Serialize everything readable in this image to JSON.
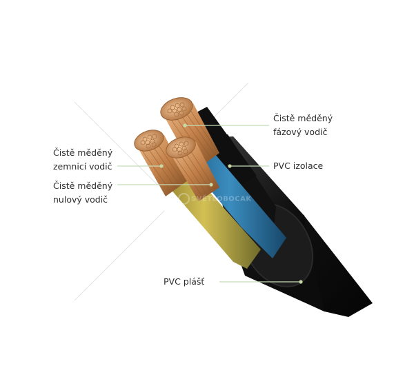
{
  "labels": {
    "phase_conductor": [
      "Čistě měděný",
      "fázový vodič"
    ],
    "pvc_insulation": "PVC izolace",
    "ground_conductor": [
      "Čistě měděný",
      "zemnicí vodič"
    ],
    "neutral_conductor": [
      "Čistě měděný",
      "nulový vodič"
    ],
    "pvc_sheath": "PVC plášť"
  },
  "colors": {
    "leader_line": "#c8dcb8",
    "dot": "#c8d9a6",
    "sheath": "#141414",
    "insulation_blue": "#2b78a6",
    "insulation_yellow_green": "#b8a53a",
    "copper": "#c98a55"
  },
  "watermark": "SVĚTLOBOCAK"
}
